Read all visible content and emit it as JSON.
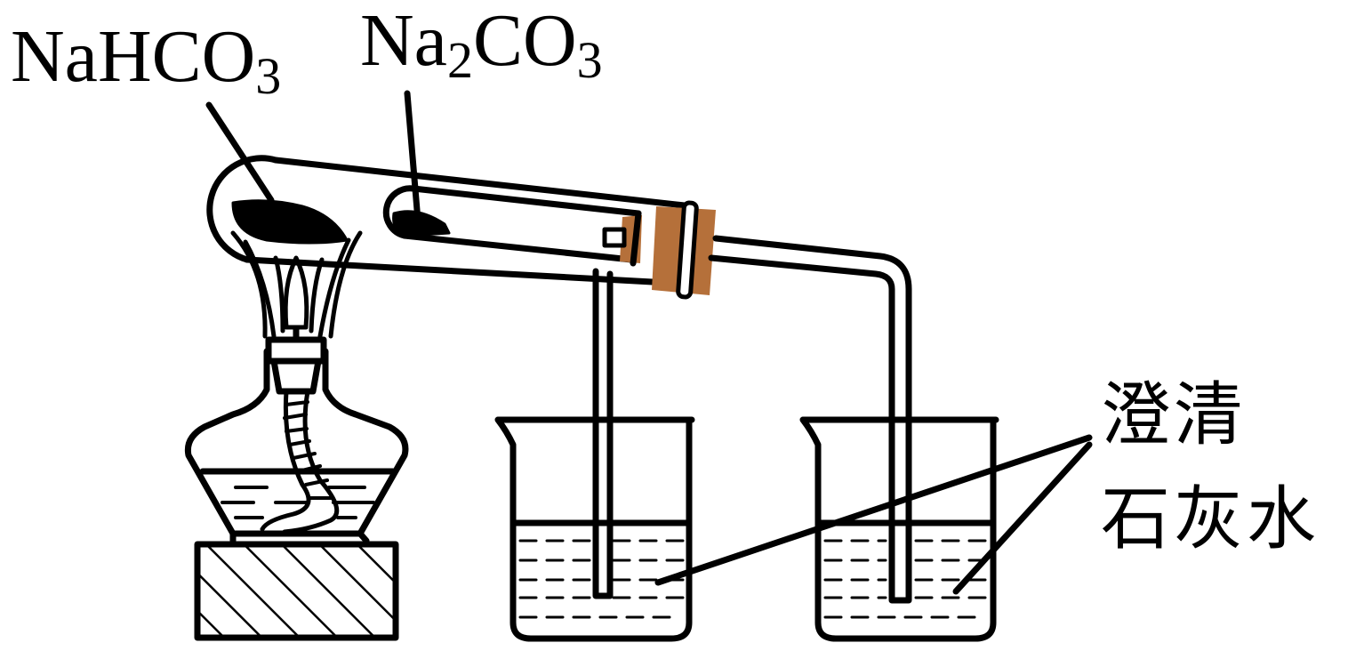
{
  "labels": {
    "nahco3": {
      "main": "NaHCO",
      "sub": "3"
    },
    "na2co3": {
      "a": "Na",
      "sub": "2",
      "b": "CO",
      "sub2": "3"
    },
    "limewater_line1": "澄清",
    "limewater_line2": "石灰水"
  },
  "colors": {
    "stroke": "#000000",
    "stopper": "#B5703A",
    "background": "#ffffff"
  }
}
